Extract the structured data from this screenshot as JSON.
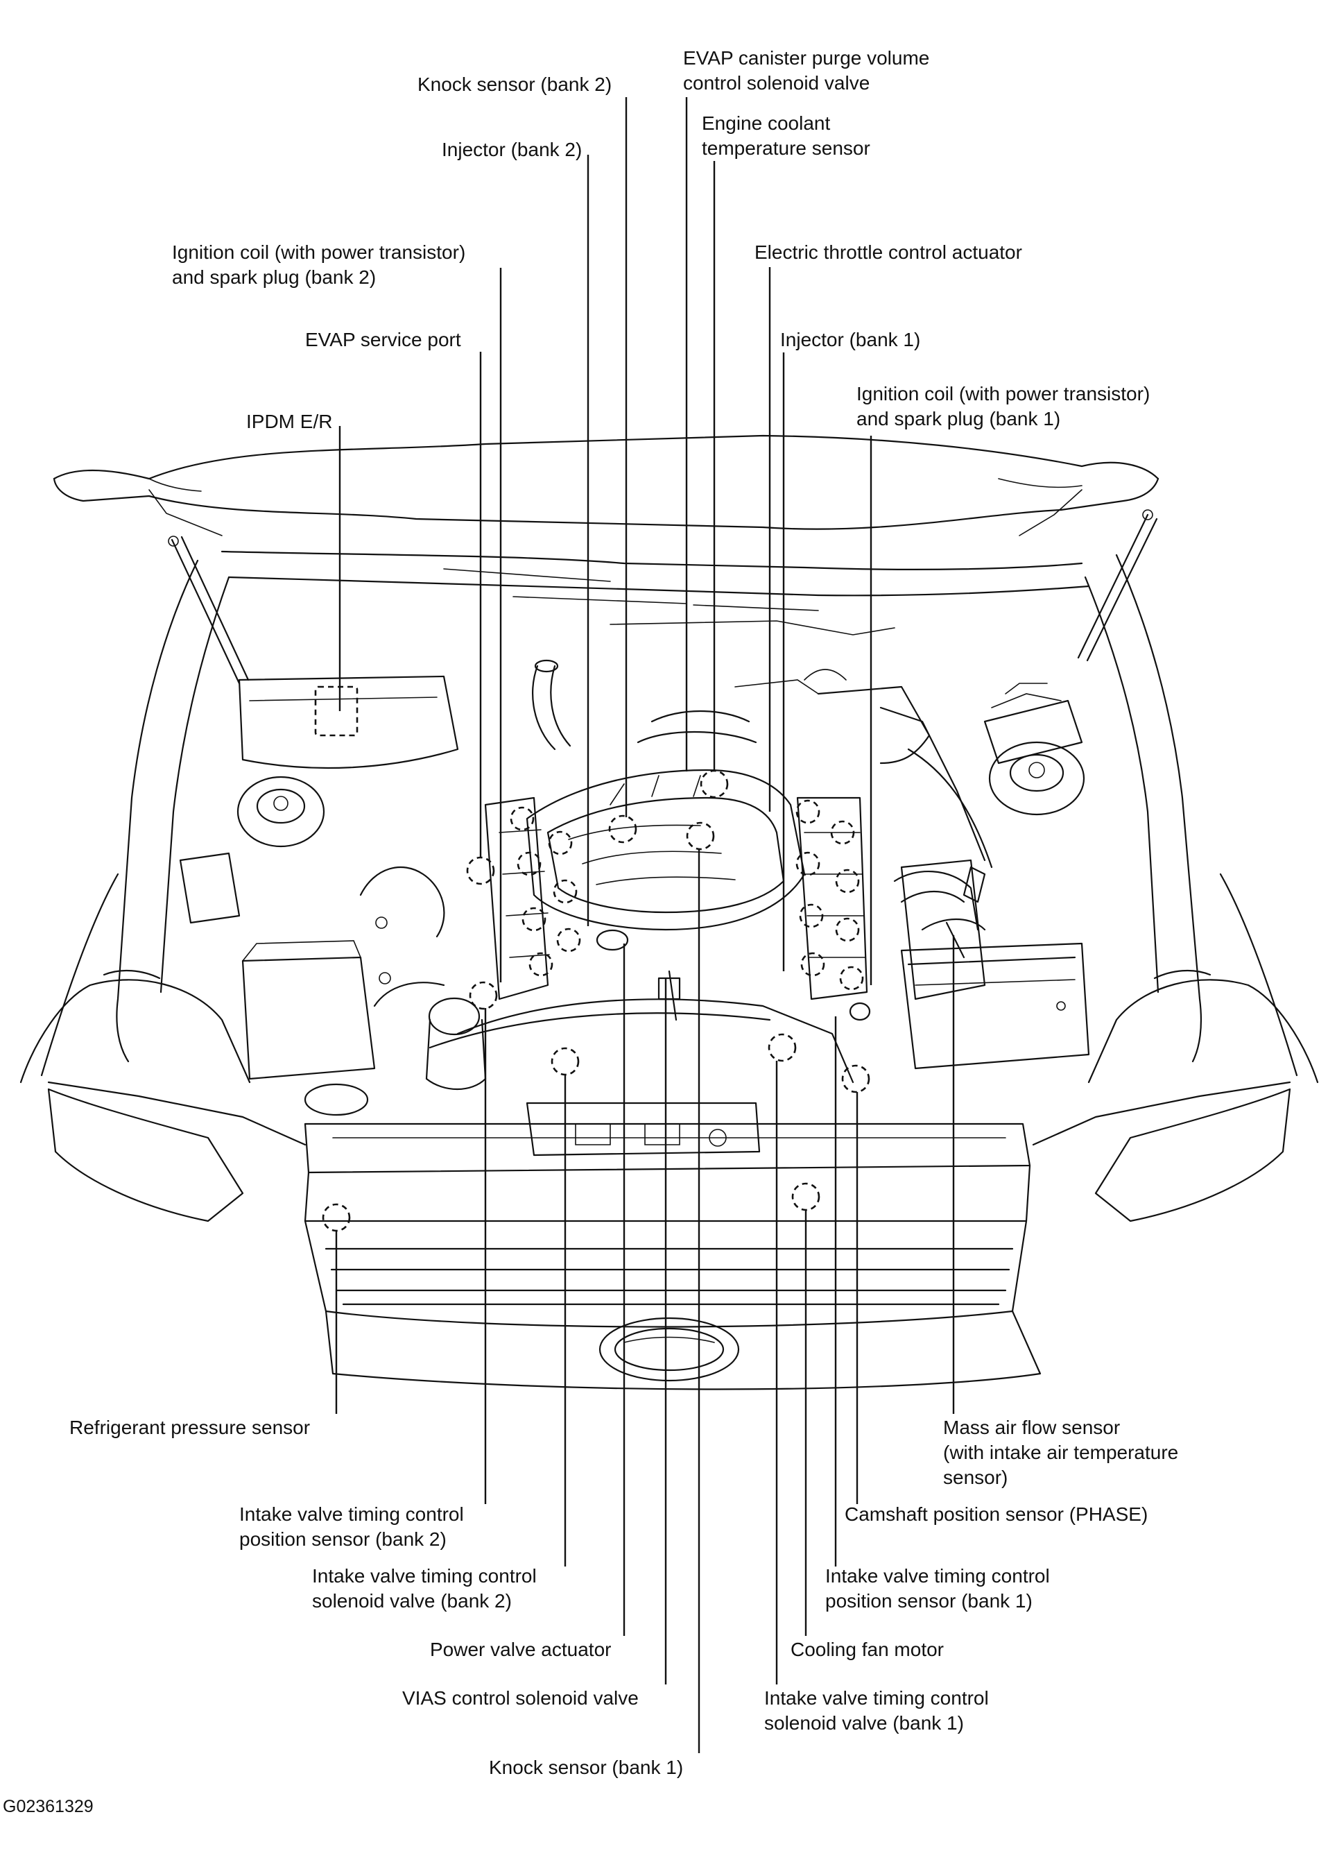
{
  "figure_id": "G02361329",
  "labels": {
    "evap_canister": [
      "EVAP canister purge volume",
      "control solenoid valve"
    ],
    "knock_bank2": [
      "Knock sensor (bank 2)"
    ],
    "coolant_temp": [
      "Engine coolant",
      "temperature sensor"
    ],
    "injector_bank2": [
      "Injector (bank 2)"
    ],
    "ignition_bank2": [
      "Ignition coil (with power transistor)",
      "and spark plug (bank 2)"
    ],
    "throttle": [
      "Electric throttle control actuator"
    ],
    "evap_port": [
      "EVAP service port"
    ],
    "injector_bank1": [
      "Injector (bank 1)"
    ],
    "ipdm": [
      "IPDM E/R"
    ],
    "ignition_bank1": [
      "Ignition coil (with power transistor)",
      "and spark plug (bank 1)"
    ],
    "refrigerant": [
      "Refrigerant pressure sensor"
    ],
    "maf": [
      "Mass air flow sensor",
      "(with intake air temperature",
      "sensor)"
    ],
    "ivt_pos_bank2": [
      "Intake valve timing control",
      "position sensor (bank 2)"
    ],
    "camshaft": [
      "Camshaft position sensor (PHASE)"
    ],
    "ivt_sol_bank2": [
      "Intake valve timing control",
      "solenoid valve (bank 2)"
    ],
    "ivt_pos_bank1": [
      "Intake valve timing control",
      "position sensor (bank 1)"
    ],
    "power_valve": [
      "Power valve actuator"
    ],
    "cooling_fan": [
      "Cooling fan motor"
    ],
    "vias": [
      "VIAS control solenoid valve"
    ],
    "ivt_sol_bank1": [
      "Intake valve timing control",
      "solenoid valve (bank 1)"
    ],
    "knock_bank1": [
      "Knock sensor (bank 1)"
    ]
  }
}
